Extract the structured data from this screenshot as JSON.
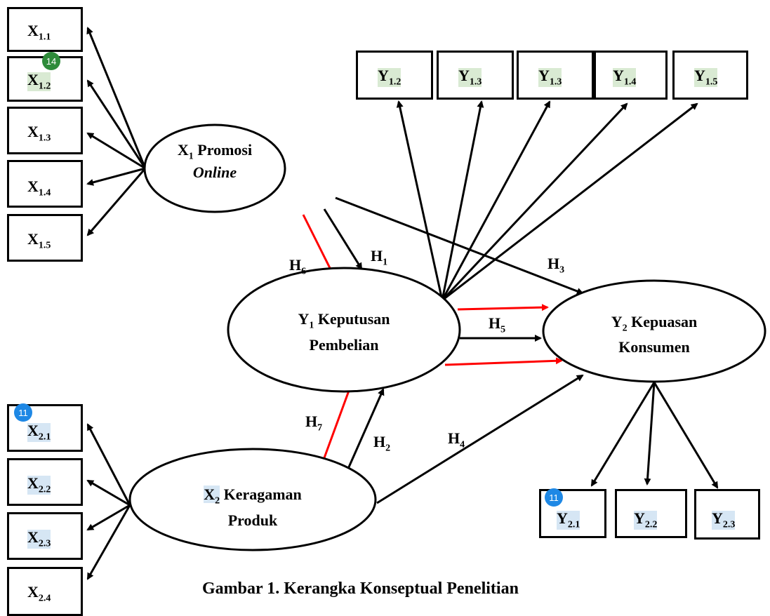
{
  "x1_indicators": [
    {
      "main": "X",
      "sub": "1.1"
    },
    {
      "main": "X",
      "sub": "1.2"
    },
    {
      "main": "X",
      "sub": "1.3"
    },
    {
      "main": "X",
      "sub": "1.4"
    },
    {
      "main": "X",
      "sub": "1.5"
    }
  ],
  "x2_indicators": [
    {
      "main": "X",
      "sub": "2.1"
    },
    {
      "main": "X",
      "sub": "2.2"
    },
    {
      "main": "X",
      "sub": "2.3"
    },
    {
      "main": "X",
      "sub": "2.4"
    }
  ],
  "y1_indicators": [
    {
      "main": "Y",
      "sub": "1.2"
    },
    {
      "main": "Y",
      "sub": "1.3"
    },
    {
      "main": "Y",
      "sub": "1.3"
    },
    {
      "main": "Y",
      "sub": "1.4"
    },
    {
      "main": "Y",
      "sub": "1.5"
    }
  ],
  "y2_indicators": [
    {
      "main": "Y",
      "sub": "2.1"
    },
    {
      "main": "Y",
      "sub": "2.2"
    },
    {
      "main": "Y",
      "sub": "2.3"
    }
  ],
  "constructs": {
    "x1": {
      "var": "X",
      "sub": "1",
      "name": "Promosi",
      "name2": "Online"
    },
    "x2": {
      "var": "X",
      "sub": "2",
      "name": "Keragaman",
      "name2": "Produk"
    },
    "y1": {
      "var": "Y",
      "sub": "1",
      "name": "Keputusan",
      "name2": "Pembelian"
    },
    "y2": {
      "var": "Y",
      "sub": "2",
      "name": "Kepuasan",
      "name2": "Konsumen"
    }
  },
  "hypotheses": {
    "h1": {
      "main": "H",
      "sub": "1"
    },
    "h2": {
      "main": "H",
      "sub": "2"
    },
    "h3": {
      "main": "H",
      "sub": "3"
    },
    "h4": {
      "main": "H",
      "sub": "4"
    },
    "h5": {
      "main": "H",
      "sub": "5"
    },
    "h6": {
      "main": "H",
      "sub": "6"
    },
    "h7": {
      "main": "H",
      "sub": "7"
    }
  },
  "badges": {
    "green": "14",
    "blue1": "11",
    "blue2": "11"
  },
  "caption": "Gambar 1. Kerangka Konseptual Penelitian",
  "colors": {
    "line": "#000000",
    "mediation": "#ff0000",
    "badge_green": "#2e8b3a",
    "badge_blue": "#1e88e5",
    "highlight_green": "#d9ead3",
    "highlight_blue": "#d6e6f4"
  }
}
